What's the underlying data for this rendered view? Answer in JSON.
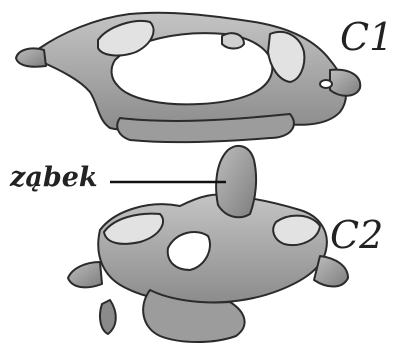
{
  "labels": {
    "c1": "C1",
    "c2": "C2",
    "zabek": "ząbek"
  },
  "colors": {
    "bone_fill": "#a9a9a9",
    "bone_light": "#d8d8d8",
    "bone_shadow": "#6f6f6f",
    "outline": "#2b2b2b",
    "text": "#222222"
  }
}
